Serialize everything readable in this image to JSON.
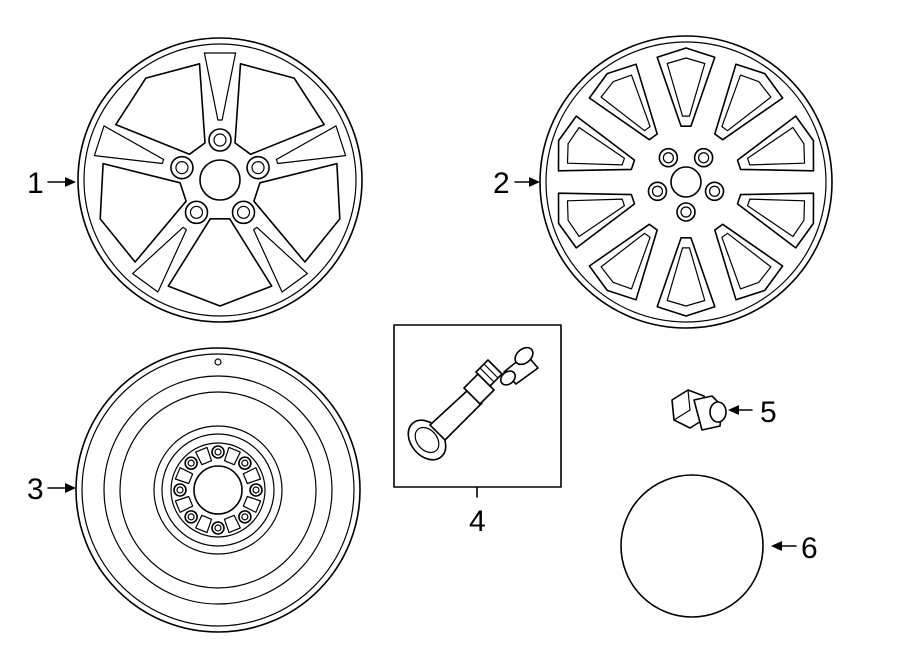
{
  "parts": [
    {
      "callout": "1",
      "icon": "alloy-wheel-split-spoke-icon"
    },
    {
      "callout": "2",
      "icon": "alloy-wheel-ten-spoke-icon"
    },
    {
      "callout": "3",
      "icon": "spare-wheel-icon"
    },
    {
      "callout": "4",
      "icon": "tpms-valve-stem-icon"
    },
    {
      "callout": "5",
      "icon": "lug-nut-icon"
    },
    {
      "callout": "6",
      "icon": "center-cap-icon"
    }
  ]
}
